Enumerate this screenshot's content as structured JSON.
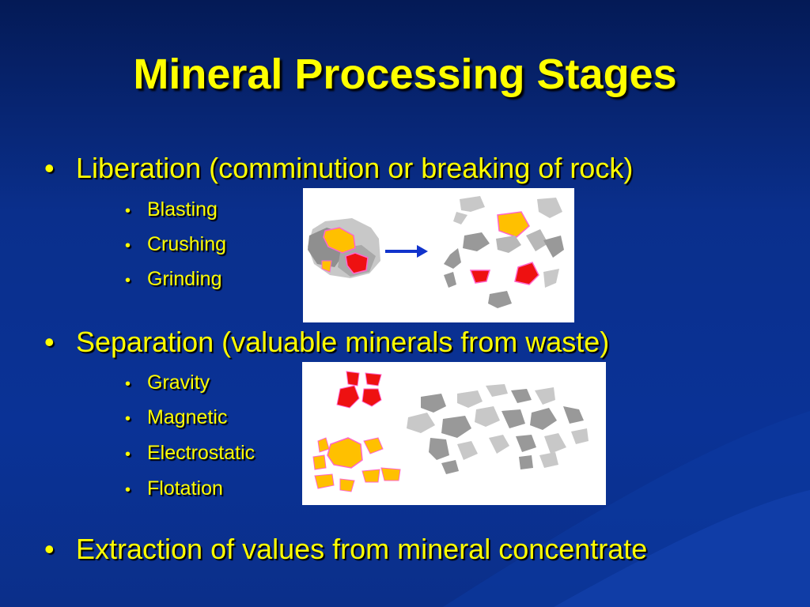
{
  "slide": {
    "title": "Mineral Processing Stages",
    "bullet_char": "•",
    "sub_bullet_char": "•",
    "sections": [
      {
        "heading": "Liberation (comminution or breaking of rock)",
        "items": [
          "Blasting",
          "Crushing",
          "Grinding"
        ]
      },
      {
        "heading": "Separation (valuable minerals from waste)",
        "items": [
          "Gravity",
          "Magnetic",
          "Electrostatic",
          "Flotation"
        ]
      },
      {
        "heading": "Extraction of values from mineral concentrate",
        "items": []
      }
    ]
  },
  "colors": {
    "title_text": "#ffff00",
    "background": "#0a2f8c",
    "ore_gold": "#ffc000",
    "ore_red": "#ee1111",
    "gangue_gray": "#999999",
    "arrow_blue": "#1133cc"
  },
  "icons": [
    "liberation-diagram",
    "separation-diagram",
    "right-arrow-icon"
  ]
}
